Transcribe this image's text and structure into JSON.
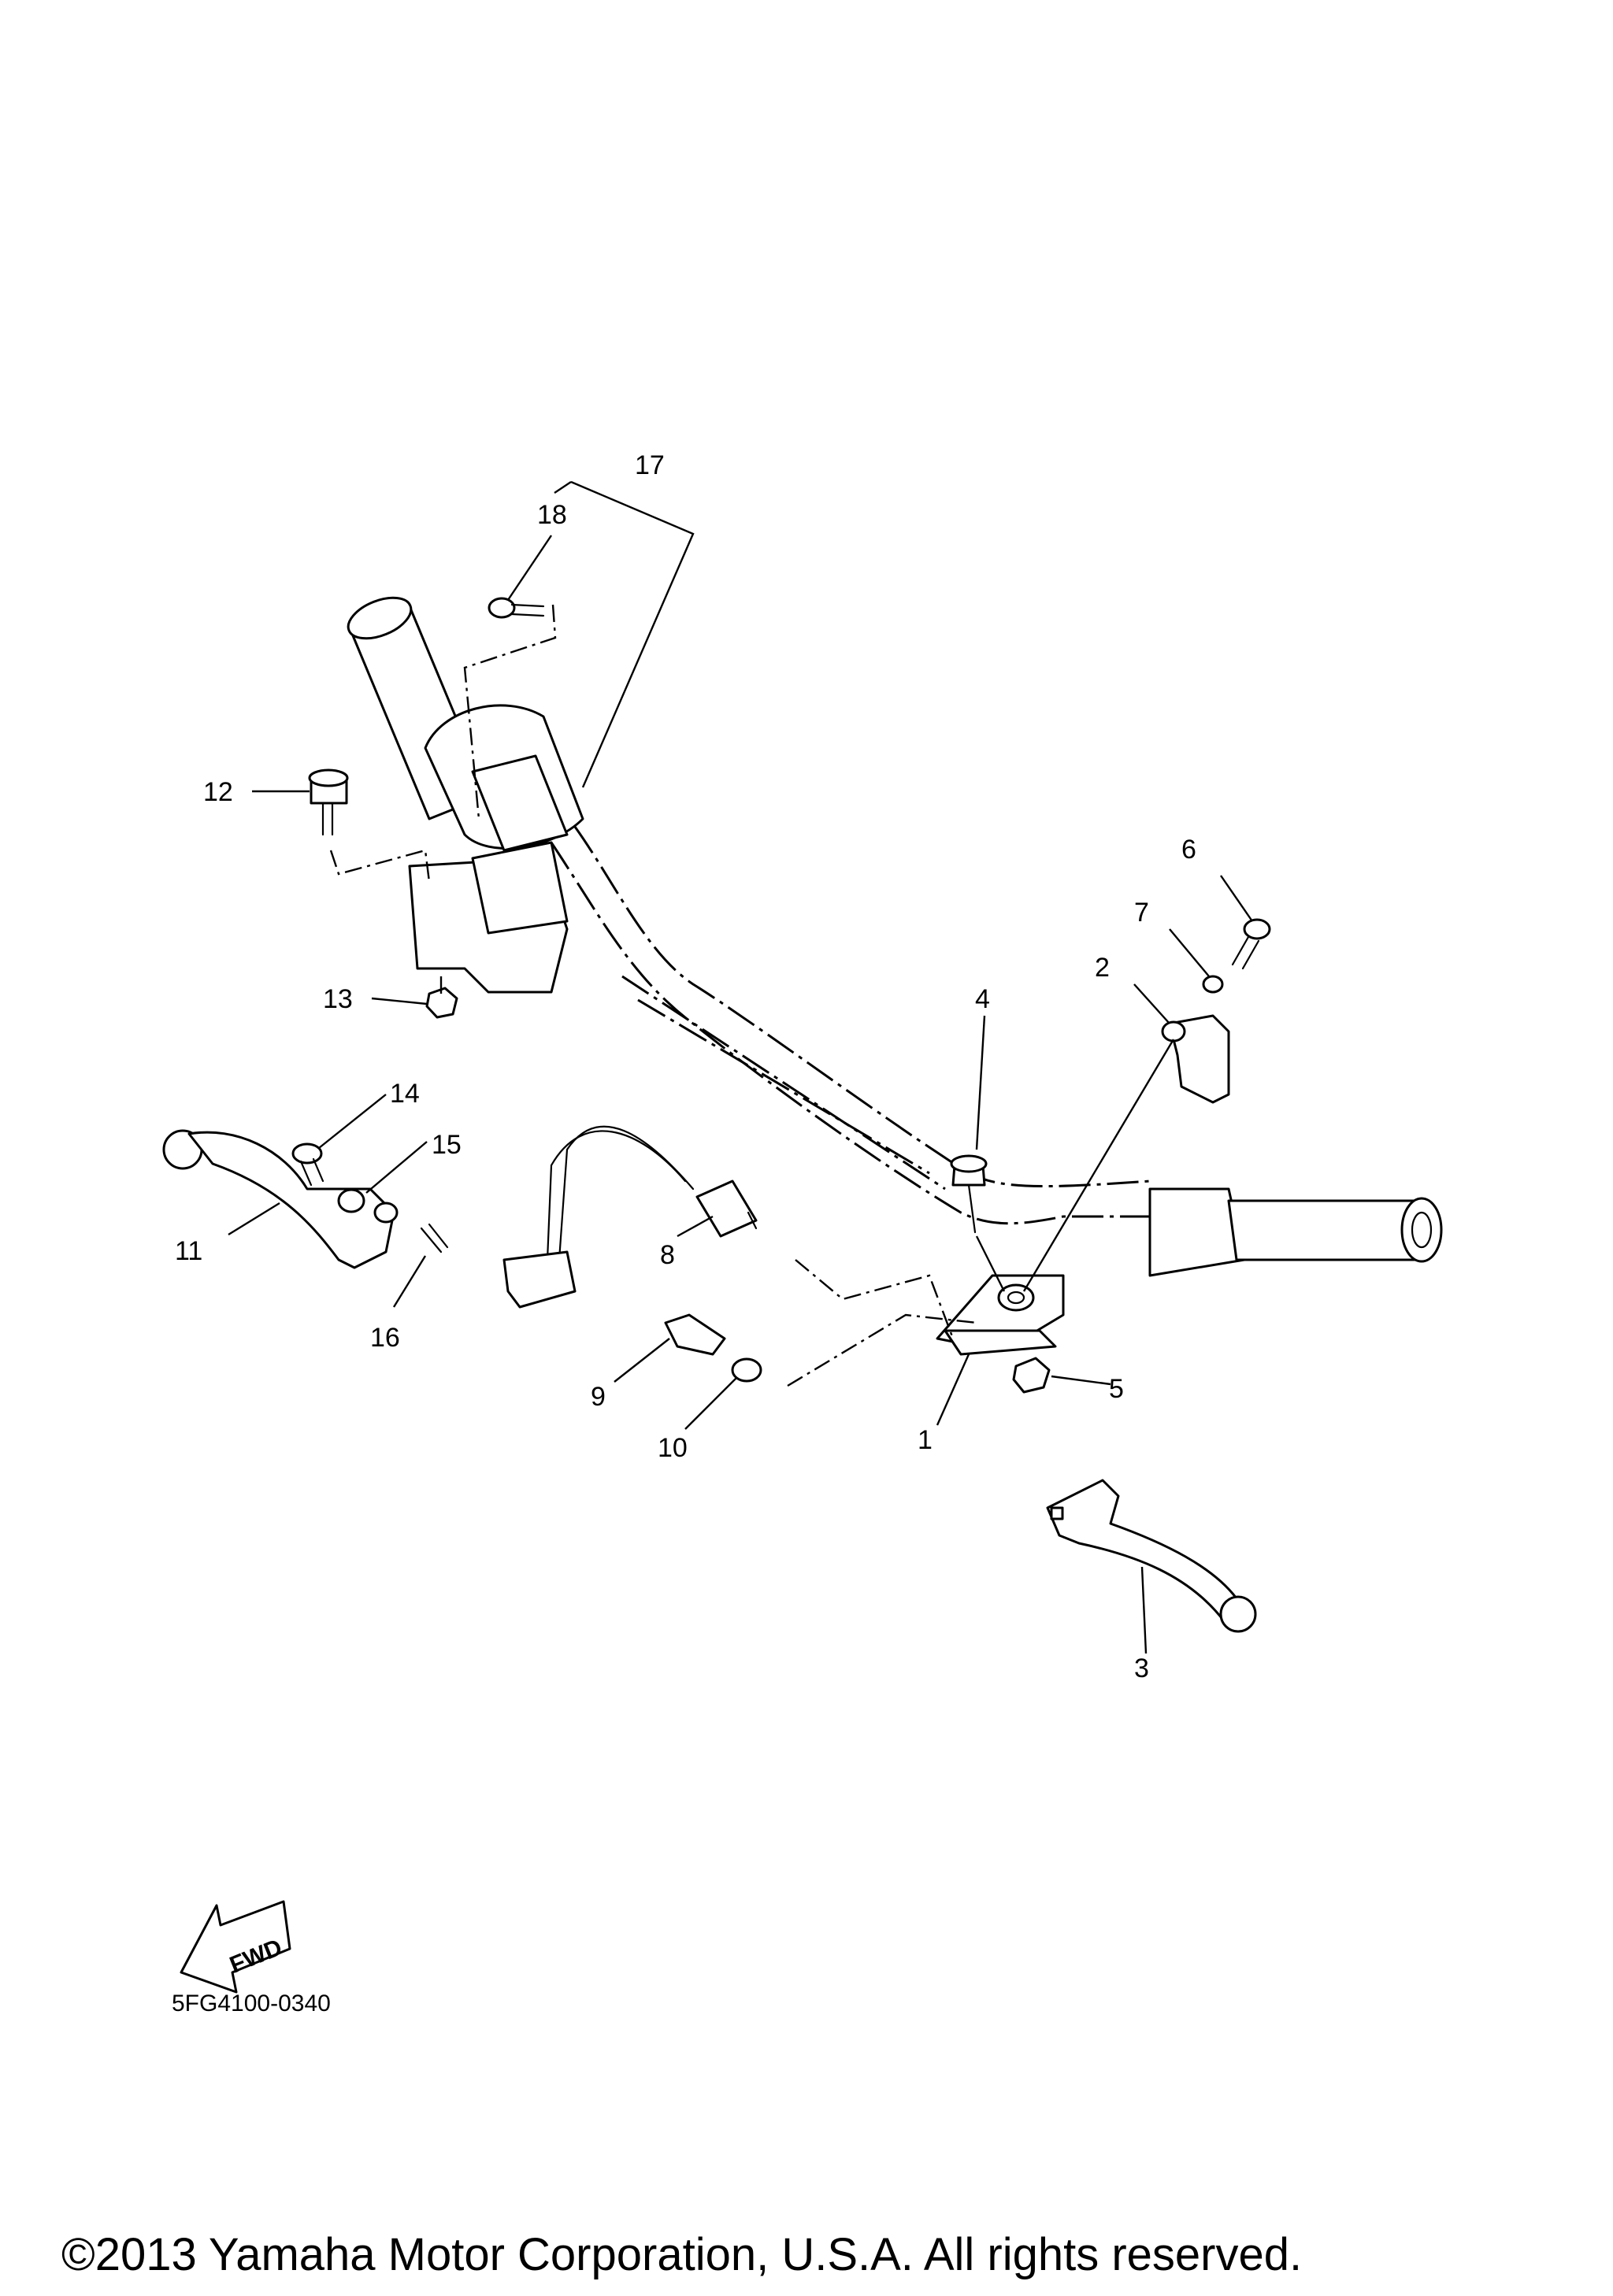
{
  "diagram": {
    "code": "5FG4100-0340",
    "copyright": "©2013 Yamaha Motor Corporation, U.S.A. All rights reserved.",
    "fwd_label": "FWD"
  },
  "callouts": [
    "1",
    "2",
    "3",
    "4",
    "5",
    "6",
    "7",
    "8",
    "9",
    "10",
    "11",
    "12",
    "13",
    "14",
    "15",
    "16",
    "17",
    "18"
  ]
}
